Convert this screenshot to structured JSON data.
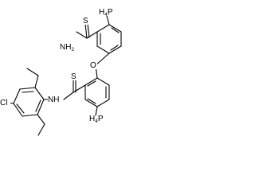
{
  "structure": {
    "atoms": {
      "p_top": "P",
      "p_top_prefix": "H",
      "p_top_sub": "4",
      "s_top": "S",
      "nh2_top": "NH",
      "nh2_sub": "2",
      "o_ether": "O",
      "s_mid": "S",
      "nh": "NH",
      "cl": "Cl",
      "p_bottom": "P",
      "p_bottom_prefix": "H",
      "p_bottom_sub": "4"
    }
  }
}
